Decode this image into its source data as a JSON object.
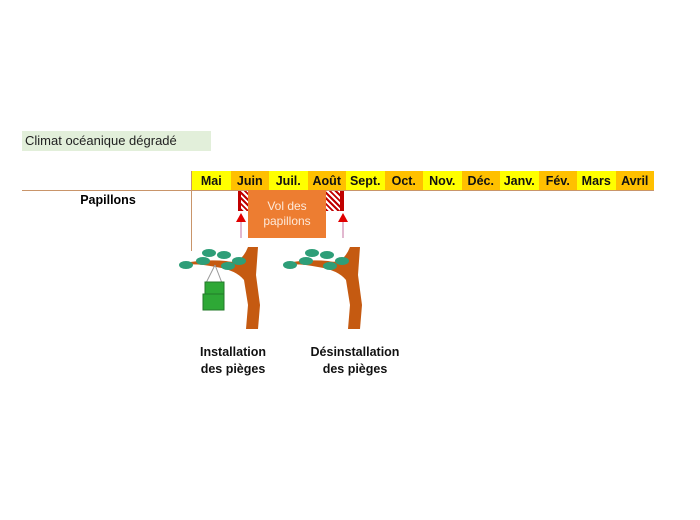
{
  "title": "Climat océanique dégradé",
  "row_label": "Papillons",
  "months": [
    {
      "label": "Mai",
      "color": "#FFFF00"
    },
    {
      "label": "Juin",
      "color": "#FFC000"
    },
    {
      "label": "Juil.",
      "color": "#FFFF00"
    },
    {
      "label": "Août",
      "color": "#FFC000"
    },
    {
      "label": "Sept.",
      "color": "#FFFF00"
    },
    {
      "label": "Oct.",
      "color": "#FFC000"
    },
    {
      "label": "Nov.",
      "color": "#FFFF00"
    },
    {
      "label": "Déc.",
      "color": "#FFC000"
    },
    {
      "label": "Janv.",
      "color": "#FFFF00"
    },
    {
      "label": "Fév.",
      "color": "#FFC000"
    },
    {
      "label": "Mars",
      "color": "#FFFF00"
    },
    {
      "label": "Avril",
      "color": "#FFC000"
    }
  ],
  "flight_label": "Vol des papillons",
  "install_caption": {
    "line1": "Installation",
    "line2": "des pièges"
  },
  "uninstall_caption": {
    "line1": "Désinstallation",
    "line2": "des pièges"
  }
}
